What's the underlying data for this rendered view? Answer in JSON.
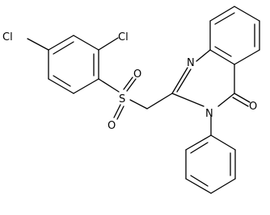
{
  "molecule": {
    "atoms": {
      "cl_left": "Cl",
      "cl_right": "Cl",
      "sulfur": "S",
      "sulfonyl_o_top": "O",
      "sulfonyl_o_bottom": "O",
      "n1": "N",
      "n3": "N",
      "carbonyl_o": "O"
    }
  }
}
